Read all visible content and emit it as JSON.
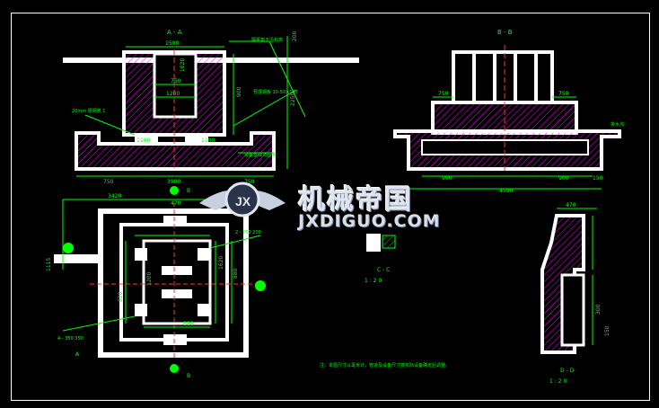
{
  "views": {
    "section_aa": {
      "title": "A - A"
    },
    "section_bb": {
      "title": "B - B"
    },
    "detail_c": {
      "title": "C - C",
      "scale": "1 : 2 0"
    },
    "detail_d": {
      "title": "D - D",
      "scale": "1 : 2 0"
    }
  },
  "dimensions": {
    "aa_top": "1500",
    "aa_inner_1": "750",
    "aa_inner_2": "1200",
    "aa_height_1": "1620",
    "aa_height_2": "900",
    "aa_height_3": "2250",
    "aa_bottom_1": "750",
    "aa_bottom_2": "3900",
    "aa_bottom_3": "750",
    "aa_mid_1": "1100",
    "aa_mid_2": "1100",
    "bb_left": "750",
    "bb_right": "750",
    "bb_bottom_1": "900",
    "bb_bottom_2": "4500",
    "bb_bottom_3": "900",
    "bb_bottom_4": "150",
    "plan_top": "3420",
    "plan_left": "1115",
    "plan_1": "470",
    "plan_2": "1200",
    "plan_3": "1620",
    "plan_4": "880",
    "plan_5": "820",
    "plan_6": "880",
    "plan_7": "2 - 200  200",
    "plan_8": "4 - 350  350",
    "detail_1": "470",
    "detail_2": "300",
    "detail_3": "150",
    "top_right_dim": "200"
  },
  "annotations": {
    "note_1": "20mm 厚隔热 1",
    "note_2": "隔振垫下沿标高",
    "note_3": "预埋钢板 10-50×150",
    "note_4": "设备基础顶面 A",
    "note_5": "排水沟",
    "label_a": "A",
    "label_b": "B",
    "label_c": "C",
    "label_d": "D",
    "bottom_note": "注：本图尺寸以毫米计，管道及设备尺寸按实际设备确定后调整。"
  },
  "watermark": {
    "title": "机械帝国",
    "subtitle": "JXDIGUO.COM"
  },
  "colors": {
    "background": "#000000",
    "structure": "#ffffff",
    "dimension": "#00ff00",
    "hatch": "#ff00ff",
    "center": "#ff3030",
    "fill": "#1e6fd8"
  }
}
